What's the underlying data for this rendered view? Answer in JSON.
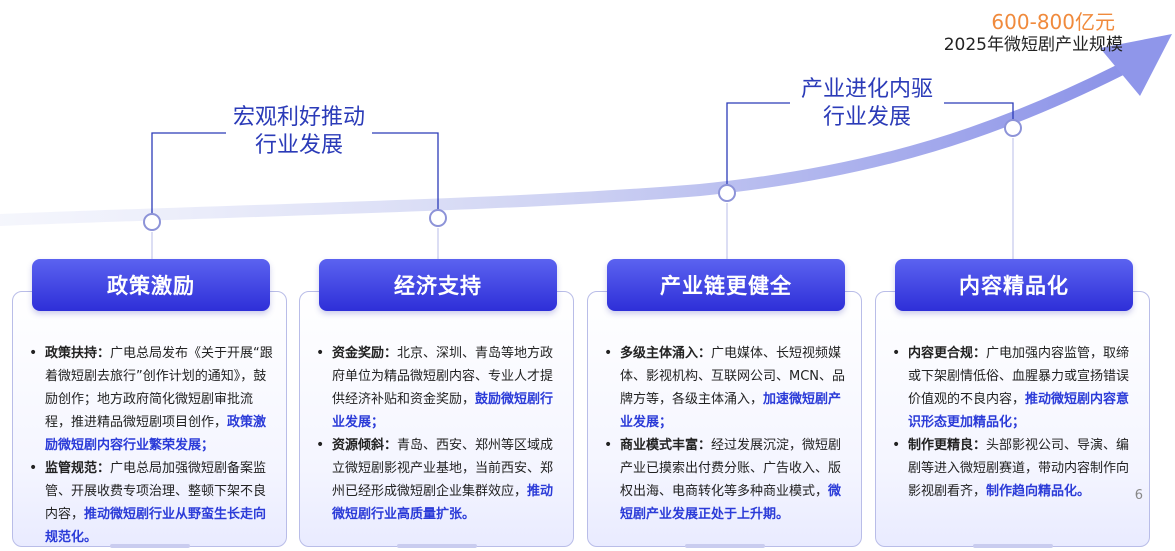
{
  "target": {
    "value": "600-800亿元",
    "label": "2025年微短剧产业规模"
  },
  "callouts": [
    {
      "line1": "宏观利好推动",
      "line2": "行业发展"
    },
    {
      "line1": "产业进化内驱",
      "line2": "行业发展"
    }
  ],
  "colors": {
    "accent": "#2e2fd8",
    "highlight": "#2b3bd8",
    "target": "#f08a3c",
    "card_border": "#b9bde8"
  },
  "cards": [
    {
      "title": "政策激励",
      "bullets": [
        {
          "label": "政策扶持：",
          "text": "广电总局发布《关于开展“跟着微短剧去旅行”创作计划的通知》，鼓励创作；地方政府简化微短剧审批流程，推进精品微短剧项目创作，",
          "highlight": "政策激励微短剧内容行业繁荣发展；"
        },
        {
          "label": "监管规范：",
          "text": "广电总局加强微短剧备案监管、开展收费专项治理、整顿下架不良内容，",
          "highlight": "推动微短剧行业从野蛮生长走向规范化。"
        }
      ]
    },
    {
      "title": "经济支持",
      "bullets": [
        {
          "label": "资金奖励：",
          "text": "北京、深圳、青岛等地方政府单位为精品微短剧内容、专业人才提供经济补贴和资金奖励，",
          "highlight": "鼓励微短剧行业发展；"
        },
        {
          "label": "资源倾斜：",
          "text": "青岛、西安、郑州等区域成立微短剧影视产业基地，当前西安、郑州已经形成微短剧企业集群效应，",
          "highlight": "推动微短剧行业高质量扩张。"
        }
      ]
    },
    {
      "title": "产业链更健全",
      "bullets": [
        {
          "label": "多级主体涌入：",
          "text": "广电媒体、长短视频媒体、影视机构、互联网公司、MCN、品牌方等，各级主体涌入，",
          "highlight": "加速微短剧产业发展；"
        },
        {
          "label": "商业模式丰富：",
          "text": "经过发展沉淀，微短剧产业已摸索出付费分账、广告收入、版权出海、电商转化等多种商业模式，",
          "highlight": "微短剧产业发展正处于上升期。"
        }
      ]
    },
    {
      "title": "内容精品化",
      "bullets": [
        {
          "label": "内容更合规：",
          "text": "广电加强内容监管，取缔或下架剧情低俗、血腥暴力或宣扬错误价值观的不良内容，",
          "highlight": "推动微短剧内容意识形态更加精品化；"
        },
        {
          "label": "制作更精良：",
          "text": "头部影视公司、导演、编剧等进入微短剧赛道，带动内容制作向影视剧看齐，",
          "highlight": "制作趋向精品化。"
        }
      ]
    }
  ],
  "page_number": "6"
}
